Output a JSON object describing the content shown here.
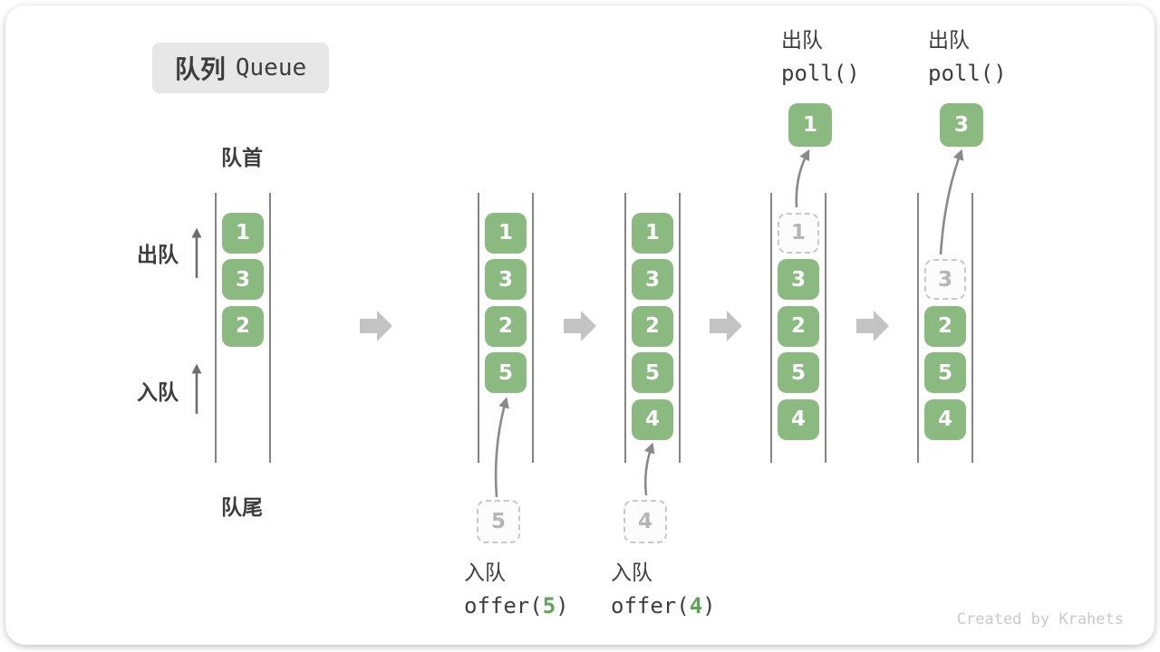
{
  "title": {
    "zh": "队列",
    "en": "Queue"
  },
  "side_labels": {
    "front": "队首",
    "rear": "队尾",
    "dequeue": "出队",
    "enqueue": "入队"
  },
  "watermark": "Created by Krahets",
  "colors": {
    "green": "#8aba80",
    "code_green": "#61a356",
    "text": "#3d3d3d",
    "ghost_border": "#c9c9c9",
    "ghost_text": "#b5b5b5",
    "block_arrow": "#c3c3c3",
    "wall": "#4f4f4f",
    "thin_arrow": "#8a8a8a",
    "watermark": "#c9c9c9",
    "title_bg": "#e7e7e7"
  },
  "states": [
    {
      "cells": [
        {
          "v": "1"
        },
        {
          "v": "3"
        },
        {
          "v": "2"
        }
      ]
    },
    {
      "cells": [
        {
          "v": "1"
        },
        {
          "v": "3"
        },
        {
          "v": "2"
        },
        {
          "v": "5"
        }
      ],
      "pending": "5",
      "caption": {
        "zh": "入队",
        "code": [
          {
            "t": "offer("
          },
          {
            "t": "5",
            "green": true
          },
          {
            "t": ")"
          }
        ]
      }
    },
    {
      "cells": [
        {
          "v": "1"
        },
        {
          "v": "3"
        },
        {
          "v": "2"
        },
        {
          "v": "5"
        },
        {
          "v": "4"
        }
      ],
      "pending": "4",
      "caption": {
        "zh": "入队",
        "code": [
          {
            "t": "offer("
          },
          {
            "t": "4",
            "green": true
          },
          {
            "t": ")"
          }
        ]
      }
    },
    {
      "cells": [
        {
          "v": "1",
          "ghost": true
        },
        {
          "v": "3"
        },
        {
          "v": "2"
        },
        {
          "v": "5"
        },
        {
          "v": "4"
        }
      ],
      "popped": "1",
      "caption_top": {
        "zh": "出队",
        "code": [
          {
            "t": "poll()"
          }
        ]
      }
    },
    {
      "cells": [
        {
          "empty": true
        },
        {
          "v": "3",
          "ghost": true
        },
        {
          "v": "2"
        },
        {
          "v": "5"
        },
        {
          "v": "4"
        }
      ],
      "popped": "3",
      "caption_top": {
        "zh": "出队",
        "code": [
          {
            "t": "poll()"
          }
        ]
      }
    }
  ]
}
